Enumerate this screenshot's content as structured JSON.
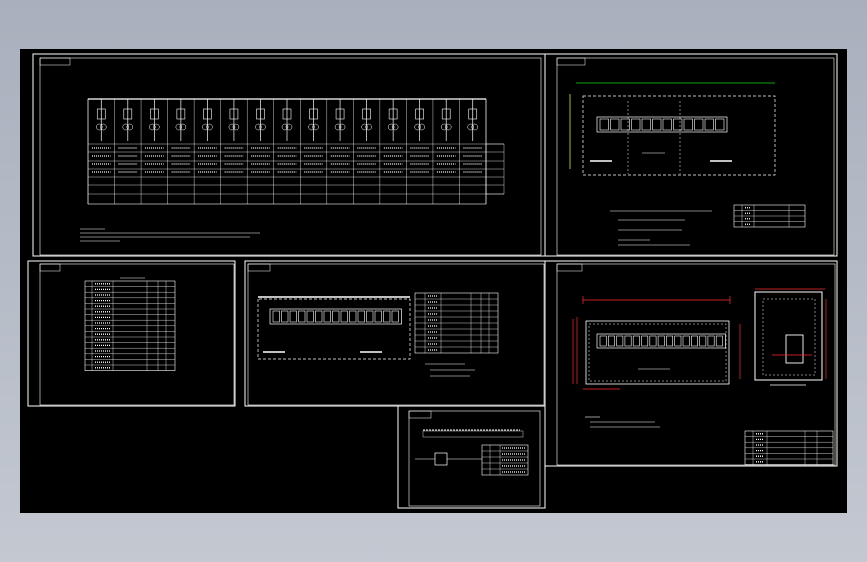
{
  "title": "",
  "colors": {
    "background": "#000000",
    "line": "#ffffff",
    "dimension": "#ff2a2a",
    "green_dim": "#19d419",
    "yellow_dim": "#e8e800",
    "page_outer": "#a9b0bd"
  },
  "sheets": [
    {
      "id": "single-line-diagram",
      "panel_count": 15
    },
    {
      "id": "equipment-layout-plan",
      "cabinet_count": 12
    },
    {
      "id": "materials-table"
    },
    {
      "id": "room-layout-plan",
      "cabinet_count": 15
    },
    {
      "id": "section-elevation-plan",
      "cabinet_count": 15
    },
    {
      "id": "grounding-detail"
    }
  ]
}
